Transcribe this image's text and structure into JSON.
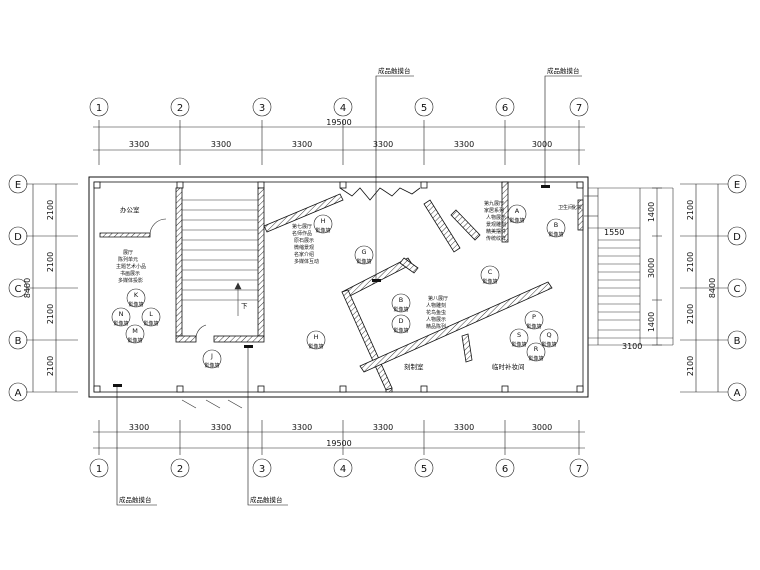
{
  "grid": {
    "columns": [
      "1",
      "2",
      "3",
      "4",
      "5",
      "6",
      "7"
    ],
    "rows": [
      "E",
      "D",
      "C",
      "B",
      "A"
    ]
  },
  "dimensions": {
    "column_spans": [
      "3300",
      "3300",
      "3300",
      "3300",
      "3300",
      "3000"
    ],
    "total_width": "19500",
    "row_spans": [
      "2100",
      "2100",
      "2100",
      "2100"
    ],
    "total_depth": "8400",
    "stair_dims": [
      "1400",
      "3000",
      "1400"
    ],
    "stair_width": "1550",
    "stair_total": "3100"
  },
  "callouts": {
    "product_counter": "成品触摸台"
  },
  "rooms": {
    "office": "办公室",
    "engraving_room": "刻制室",
    "makeup_room": "临时补妆间",
    "down_mark": "下"
  },
  "notes": {
    "hall1": [
      "展厅",
      "陈列单元",
      "主题艺术小品",
      "书画展示",
      "多媒体投影"
    ],
    "hall7": [
      "第七展厅",
      "名师作品",
      "原石展示",
      "微缩景观",
      "名家介绍",
      "多媒体互动"
    ],
    "hall8": [
      "第八展厅",
      "人物雕刻",
      "花鸟鱼虫",
      "人物展示",
      "精品陈列"
    ],
    "hall9": [
      "第九展厅",
      "家居系列",
      "人物展示",
      "景观雕刻",
      "精美摆件",
      "传统纹样"
    ],
    "wc": [
      "卫生间",
      "化妆"
    ]
  },
  "markers": [
    {
      "letter": "A",
      "label": "影像墙"
    },
    {
      "letter": "B",
      "label": "影像墙"
    },
    {
      "letter": "C",
      "label": "影像墙"
    },
    {
      "letter": "G",
      "label": "影像墙"
    },
    {
      "letter": "H",
      "label": "影像墙"
    },
    {
      "letter": "B",
      "label": "影像墙"
    },
    {
      "letter": "D",
      "label": "影像墙"
    },
    {
      "letter": "H",
      "label": "影像墙"
    },
    {
      "letter": "J",
      "label": "影像墙"
    },
    {
      "letter": "K",
      "label": "影像墙"
    },
    {
      "letter": "L",
      "label": "影像墙"
    },
    {
      "letter": "N",
      "label": "影像墙"
    },
    {
      "letter": "M",
      "label": "影像墙"
    },
    {
      "letter": "P",
      "label": "影像墙"
    },
    {
      "letter": "Q",
      "label": "影像墙"
    },
    {
      "letter": "R",
      "label": "影像墙"
    },
    {
      "letter": "S",
      "label": "影像墙"
    }
  ]
}
